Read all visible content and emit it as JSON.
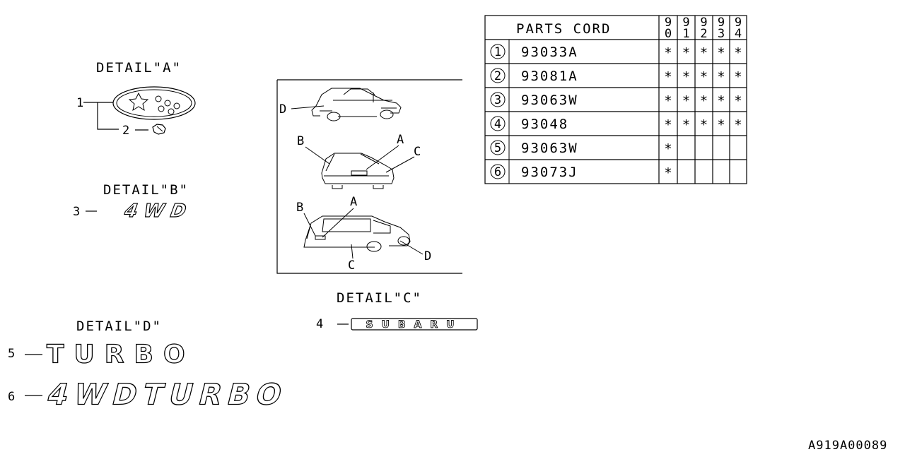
{
  "details": {
    "a": "DETAIL\"A\"",
    "b": "DETAIL\"B\"",
    "c": "DETAIL\"C\"",
    "d": "DETAIL\"D\""
  },
  "parts": {
    "p1": "1",
    "p2": "2",
    "p3": "3",
    "p4": "4",
    "p5": "5",
    "p6": "6"
  },
  "emblems": {
    "awd": "4WD",
    "subaru": "SUBARU",
    "turbo": "TURBO",
    "awd_turbo": "4WDTURBO"
  },
  "car_callouts": {
    "sedan_d": "D",
    "coupe_b": "B",
    "coupe_a": "A",
    "coupe_c": "C",
    "wagon_b": "B",
    "wagon_a": "A",
    "wagon_c": "C",
    "wagon_d": "D"
  },
  "table": {
    "header": "PARTS CORD",
    "years": [
      {
        "top": "9",
        "bottom": "0"
      },
      {
        "top": "9",
        "bottom": "1"
      },
      {
        "top": "9",
        "bottom": "2"
      },
      {
        "top": "9",
        "bottom": "3"
      },
      {
        "top": "9",
        "bottom": "4"
      }
    ],
    "rows": [
      {
        "num": "1",
        "code": "93033A",
        "marks": [
          "*",
          "*",
          "*",
          "*",
          "*"
        ]
      },
      {
        "num": "2",
        "code": "93081A",
        "marks": [
          "*",
          "*",
          "*",
          "*",
          "*"
        ]
      },
      {
        "num": "3",
        "code": "93063W",
        "marks": [
          "*",
          "*",
          "*",
          "*",
          "*"
        ]
      },
      {
        "num": "4",
        "code": "93048",
        "marks": [
          "*",
          "*",
          "*",
          "*",
          "*"
        ]
      },
      {
        "num": "5",
        "code": "93063W",
        "marks": [
          "*",
          "",
          "",
          "",
          ""
        ]
      },
      {
        "num": "6",
        "code": "93073J",
        "marks": [
          "*",
          "",
          "",
          "",
          ""
        ]
      }
    ]
  },
  "footer": {
    "code": "A919A00089"
  }
}
